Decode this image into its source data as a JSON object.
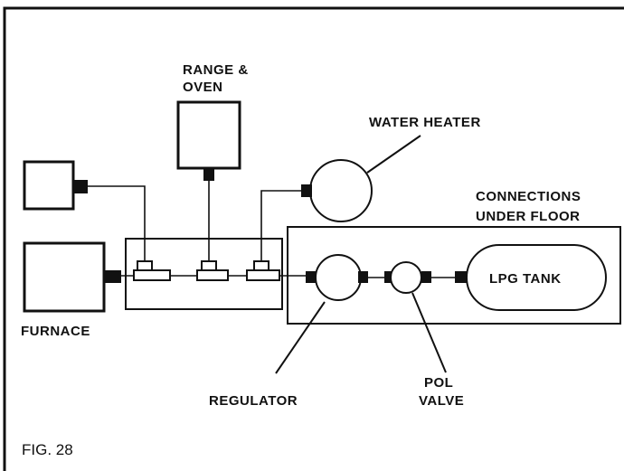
{
  "diagram": {
    "labels": {
      "range_oven_line1": "RANGE &",
      "range_oven_line2": "OVEN",
      "water_heater": "WATER HEATER",
      "connections_line1": "CONNECTIONS",
      "connections_line2": "UNDER FLOOR",
      "lpg_tank": "LPG TANK",
      "furnace": "FURNACE",
      "regulator": "REGULATOR",
      "pol_line1": "POL",
      "pol_line2": "VALVE",
      "figure_caption": "FIG. 28"
    }
  }
}
